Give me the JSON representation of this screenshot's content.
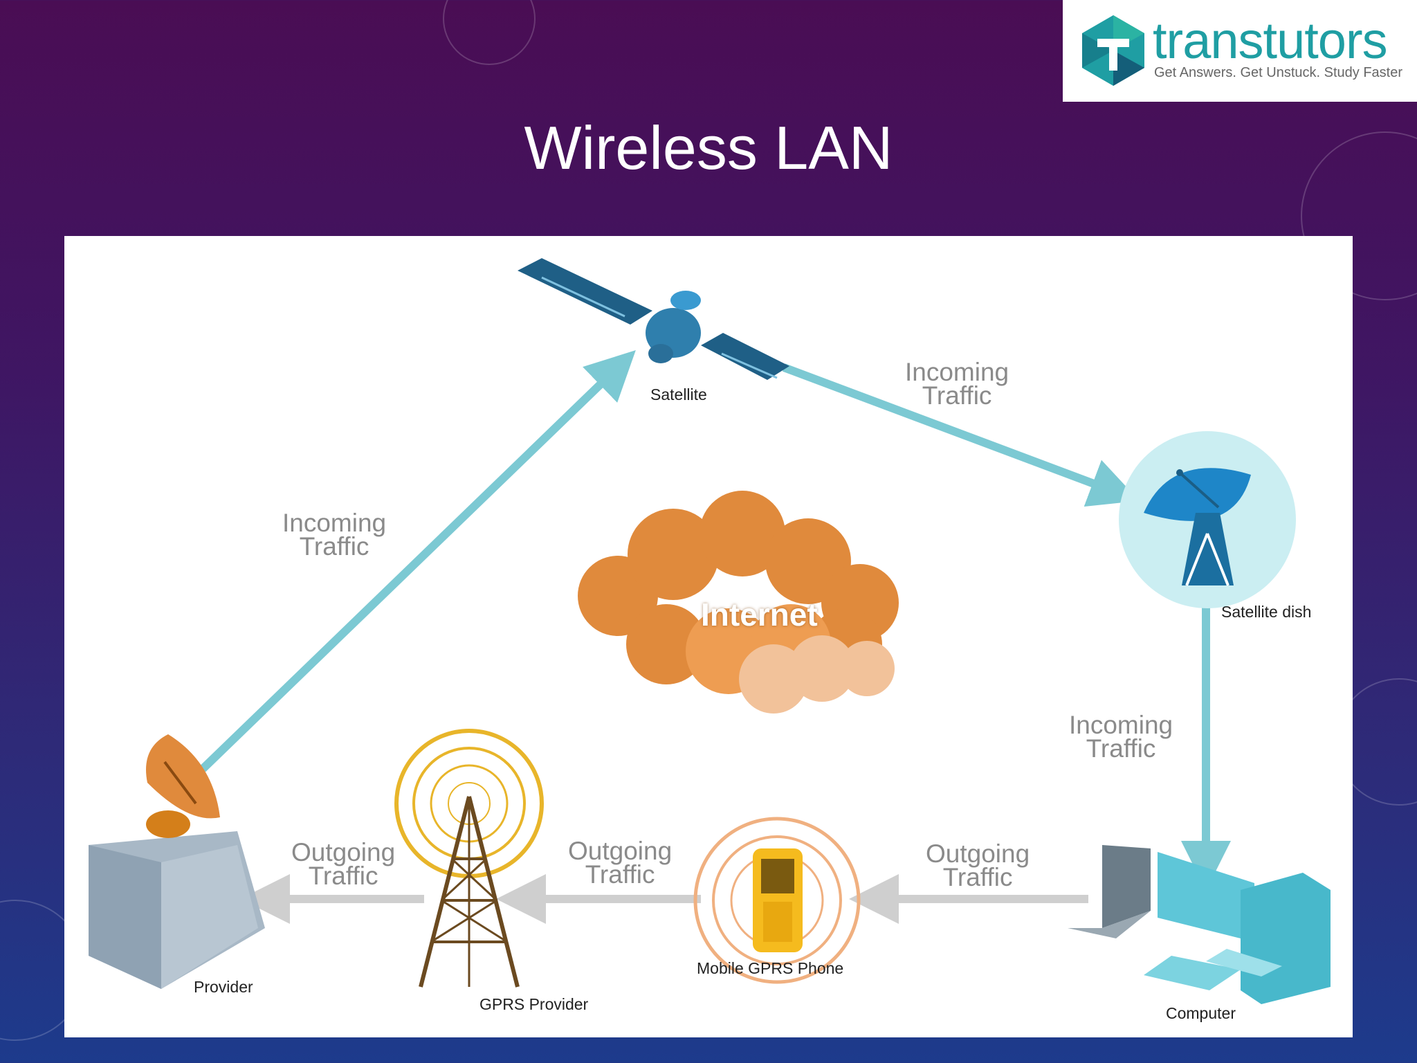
{
  "slide": {
    "title": "Wireless LAN"
  },
  "logo": {
    "name": "transtutors",
    "tagline": "Get Answers. Get Unstuck. Study Faster"
  },
  "diagram": {
    "nodes": {
      "satellite": "Satellite",
      "satellite_dish": "Satellite dish",
      "computer": "Computer",
      "mobile_phone": "Mobile GPRS Phone",
      "gprs_provider": "GPRS Provider",
      "provider": "Provider",
      "internet": "Internet"
    },
    "links": {
      "incoming_1": {
        "line1": "Incoming",
        "line2": "Traffic"
      },
      "incoming_2": {
        "line1": "Incoming",
        "line2": "Traffic"
      },
      "incoming_3": {
        "line1": "Incoming",
        "line2": "Traffic"
      },
      "outgoing_1": {
        "line1": "Outgoing",
        "line2": "Traffic"
      },
      "outgoing_2": {
        "line1": "Outgoing",
        "line2": "Traffic"
      },
      "outgoing_3": {
        "line1": "Outgoing",
        "line2": "Traffic"
      }
    },
    "colors": {
      "incoming_arrow": "#7cc9d3",
      "outgoing_arrow": "#cfcfcf",
      "cloud": "#e08a3c",
      "accent_teal": "#1f9ea3"
    }
  }
}
